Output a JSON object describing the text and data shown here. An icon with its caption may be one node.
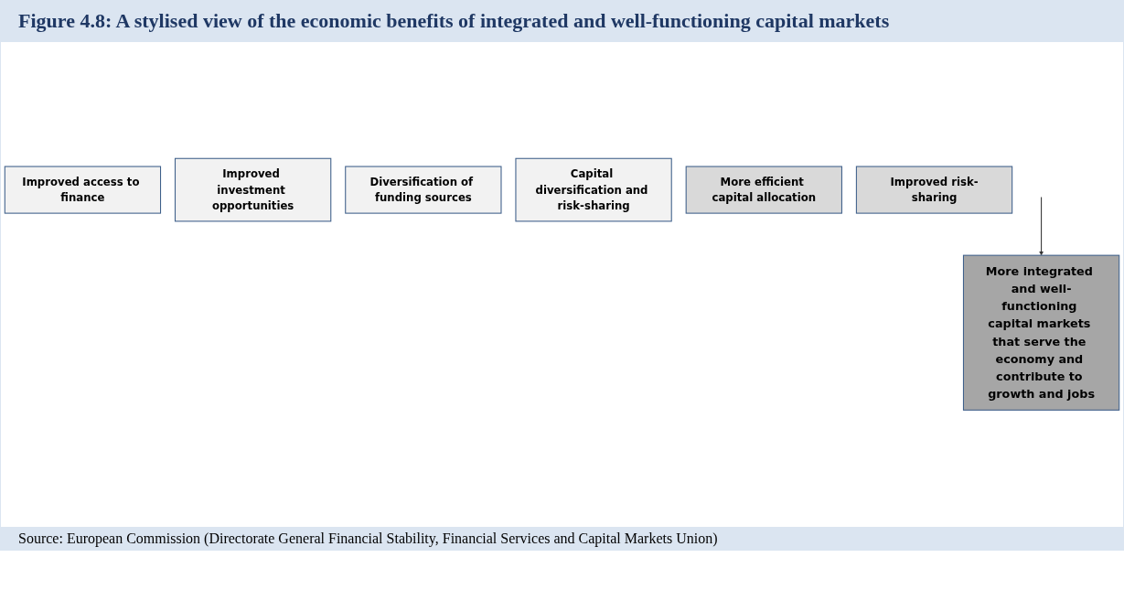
{
  "diagram": {
    "title": "Figure 4.8: A stylised view of the economic benefits of integrated and well-functioning capital markets",
    "caption": "Source: European Commission (Directorate General Financial Stability, Financial Services and Capital Markets Union)",
    "nodes": [
      {
        "text": [
          "Improved access to finance"
        ]
      },
      {
        "text": [
          "Improved investment opportunities"
        ]
      },
      {
        "text": [
          "Diversification of funding sources"
        ]
      },
      {
        "text": [
          "Capital diversification and risk-sharing"
        ]
      },
      {
        "text": [
          "More efficient capital allocation"
        ]
      },
      {
        "text": [
          "Improved risk-sharing"
        ]
      },
      {
        "text": [
          "More integrated and well-functioning capital markets that serve the economy and contribute to growth and jobs"
        ]
      }
    ],
    "edges": [
      {
        "from": null,
        "to": 6,
        "arrow": "to"
      }
    ]
  }
}
